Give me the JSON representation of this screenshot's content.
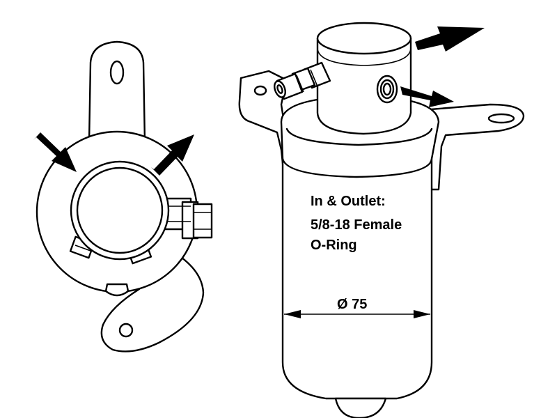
{
  "labels": {
    "line1": "In & Outlet:",
    "line2": "5/8-18 Female",
    "line3": "O-Ring",
    "diameter": "Ø 75"
  },
  "colors": {
    "line": "#000000",
    "background": "#ffffff"
  }
}
